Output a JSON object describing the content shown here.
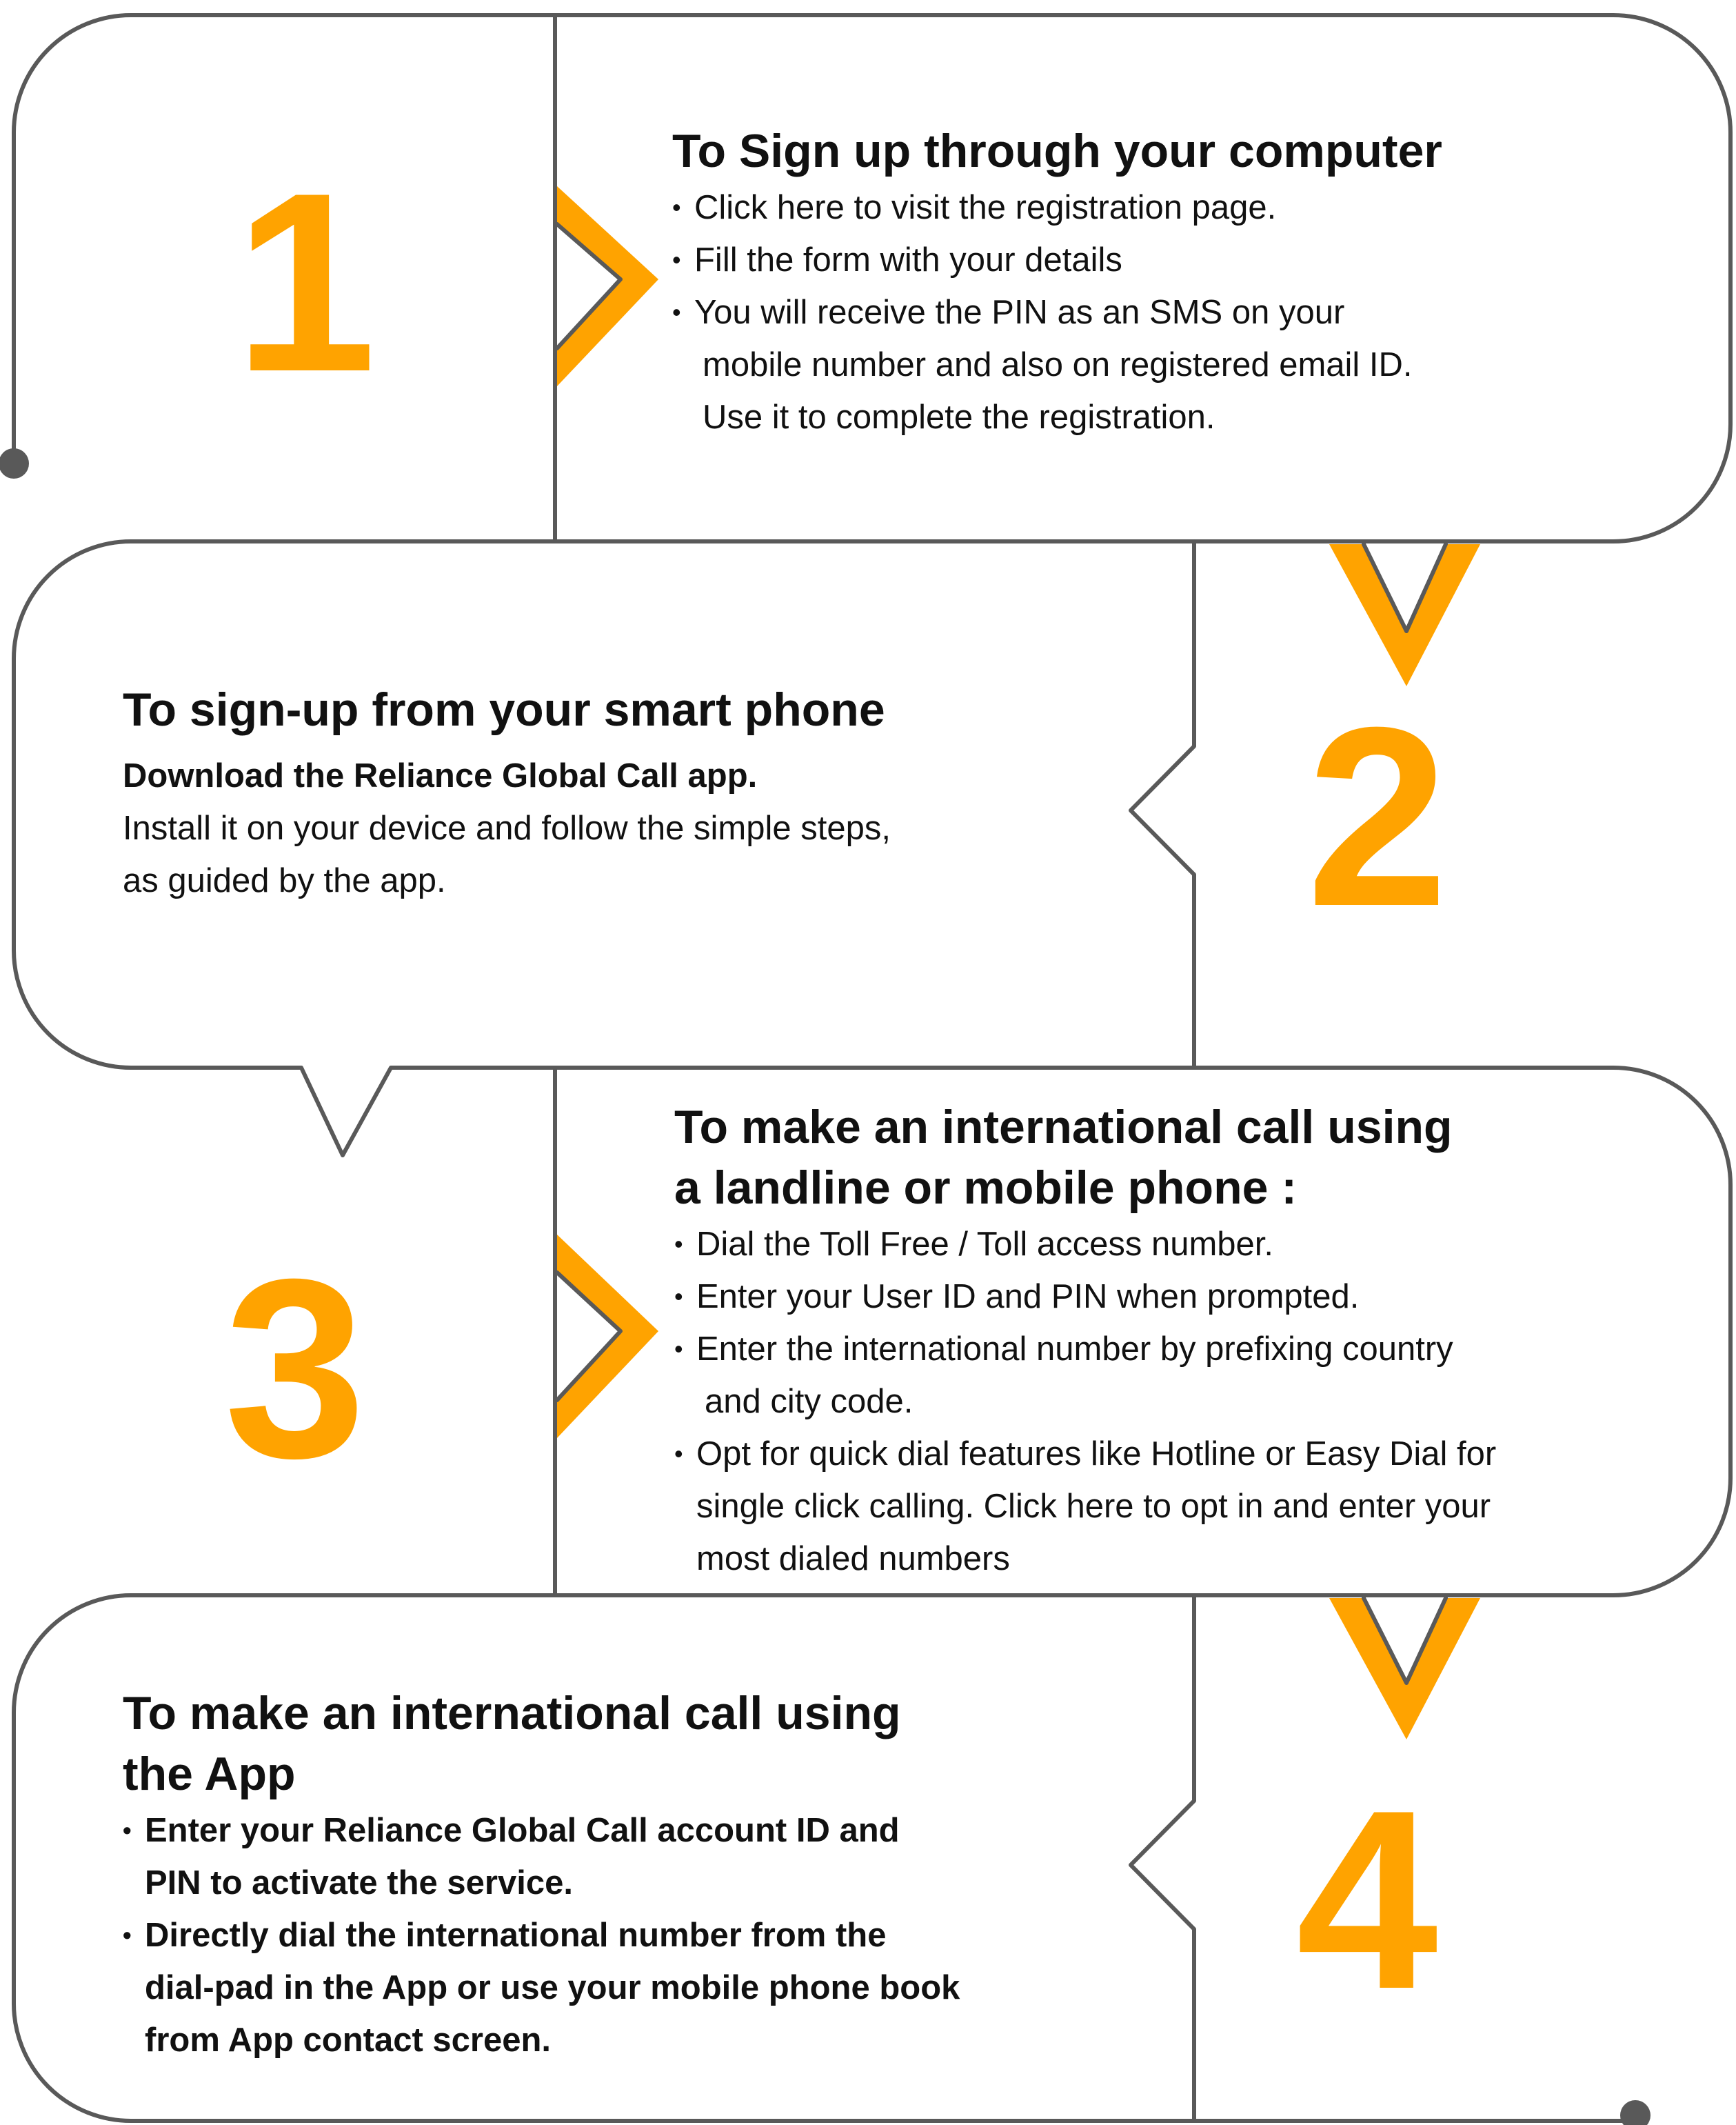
{
  "colors": {
    "accent": "#ffa300",
    "stroke": "#595959",
    "text": "#111111"
  },
  "steps": [
    {
      "number": "1",
      "title": "To Sign up through your computer",
      "lines": [
        "Click here to visit the registration page.",
        "Fill the form with your details",
        "You will receive the PIN as an SMS on your",
        "mobile number and also on registered email ID.",
        "Use it to complete the registration."
      ]
    },
    {
      "number": "2",
      "title": "To sign-up from your smart phone",
      "lines": [
        "Download the Reliance Global Call app.",
        "Install it on your device and follow the simple steps,",
        "as guided by the app."
      ]
    },
    {
      "number": "3",
      "title_line1": "To make an international call using",
      "title_line2": "a landline or mobile phone :",
      "lines": [
        "Dial the Toll Free / Toll access number.",
        "Enter your User ID and PIN when prompted.",
        "Enter the international number by prefixing country",
        "and city code.",
        "Opt for quick dial features like Hotline or Easy Dial for",
        "single click calling. Click here to opt in and enter your",
        "most dialed numbers"
      ]
    },
    {
      "number": "4",
      "title_line1": "To make an international call using",
      "title_line2": "the App",
      "lines": [
        "Enter your Reliance Global Call account ID and",
        "PIN to activate the service.",
        "Directly dial the international number from the",
        "dial-pad in the App or use your mobile phone book",
        "from App contact screen."
      ]
    }
  ]
}
